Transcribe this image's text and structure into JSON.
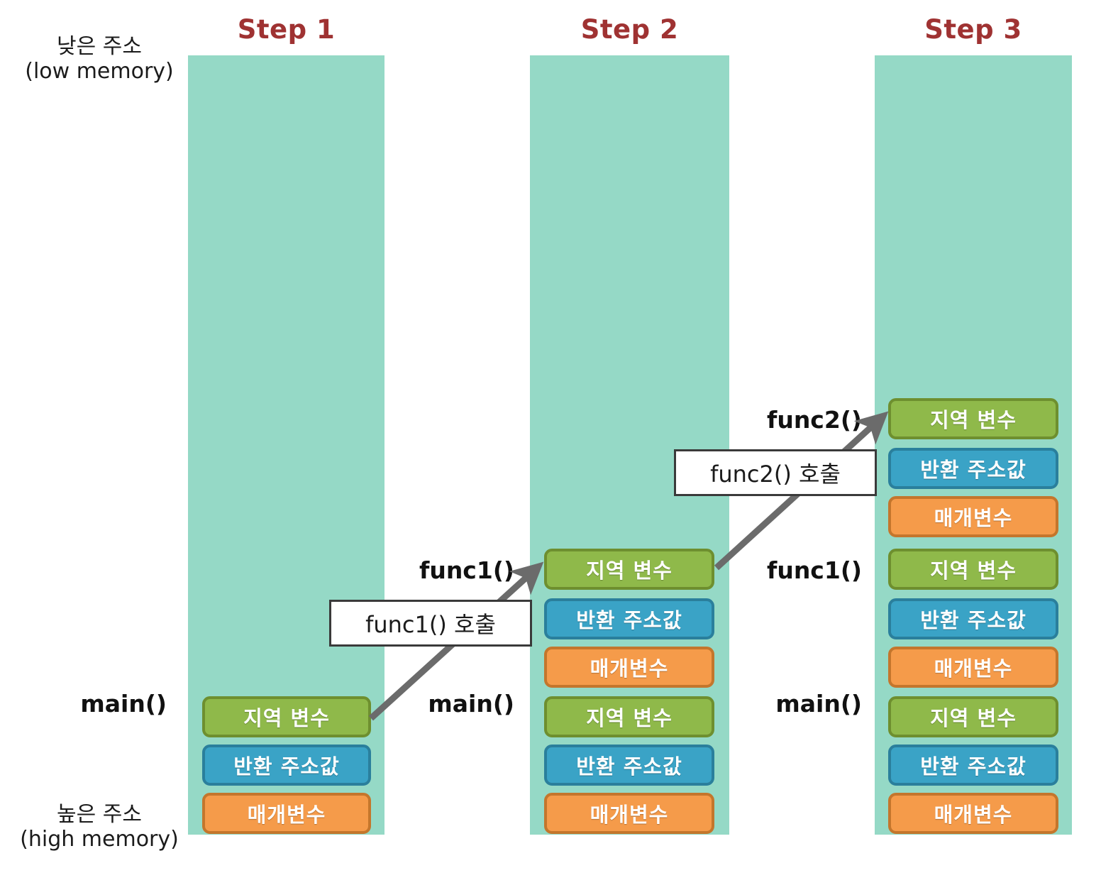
{
  "diagram": {
    "title_color": "#9f3232",
    "column_color": "#95d9c6",
    "block_colors": {
      "local": "#8fb94a",
      "return_address": "#3aa3c6",
      "parameter": "#f59b4a"
    },
    "arrow_color": "#6b6b6b"
  },
  "annotations": {
    "low_memory_ko": "낮은 주소",
    "low_memory_en": "(low memory)",
    "high_memory_ko": "높은 주소",
    "high_memory_en": "(high memory)"
  },
  "block_labels": {
    "local": "지역 변수",
    "return_address": "반환 주소값",
    "parameter": "매개변수"
  },
  "steps": [
    {
      "title": "Step 1",
      "frames": [
        {
          "label": "main()",
          "blocks": [
            "지역 변수",
            "반환 주소값",
            "매개변수"
          ]
        }
      ]
    },
    {
      "title": "Step 2",
      "frames": [
        {
          "label": "func1()",
          "blocks": [
            "지역 변수",
            "반환 주소값",
            "매개변수"
          ]
        },
        {
          "label": "main()",
          "blocks": [
            "지역 변수",
            "반환 주소값",
            "매개변수"
          ]
        }
      ]
    },
    {
      "title": "Step 3",
      "frames": [
        {
          "label": "func2()",
          "blocks": [
            "지역 변수",
            "반환 주소값",
            "매개변수"
          ]
        },
        {
          "label": "func1()",
          "blocks": [
            "지역 변수",
            "반환 주소값",
            "매개변수"
          ]
        },
        {
          "label": "main()",
          "blocks": [
            "지역 변수",
            "반환 주소값",
            "매개변수"
          ]
        }
      ]
    }
  ],
  "callouts": [
    {
      "text": "func1() 호출"
    },
    {
      "text": "func2() 호출"
    }
  ]
}
